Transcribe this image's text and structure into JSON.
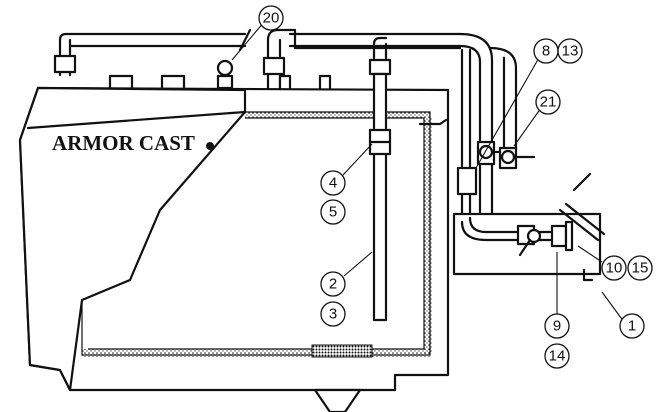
{
  "brand_label": "ARMOR CAST",
  "callouts": [
    {
      "id": "c20",
      "label": "20"
    },
    {
      "id": "c8",
      "label": "8"
    },
    {
      "id": "c13",
      "label": "13"
    },
    {
      "id": "c21",
      "label": "21"
    },
    {
      "id": "c4",
      "label": "4"
    },
    {
      "id": "c5",
      "label": "5"
    },
    {
      "id": "c2",
      "label": "2"
    },
    {
      "id": "c3",
      "label": "3"
    },
    {
      "id": "c10",
      "label": "10"
    },
    {
      "id": "c15",
      "label": "15"
    },
    {
      "id": "c1",
      "label": "1"
    },
    {
      "id": "c9",
      "label": "9"
    },
    {
      "id": "c14",
      "label": "14"
    }
  ]
}
